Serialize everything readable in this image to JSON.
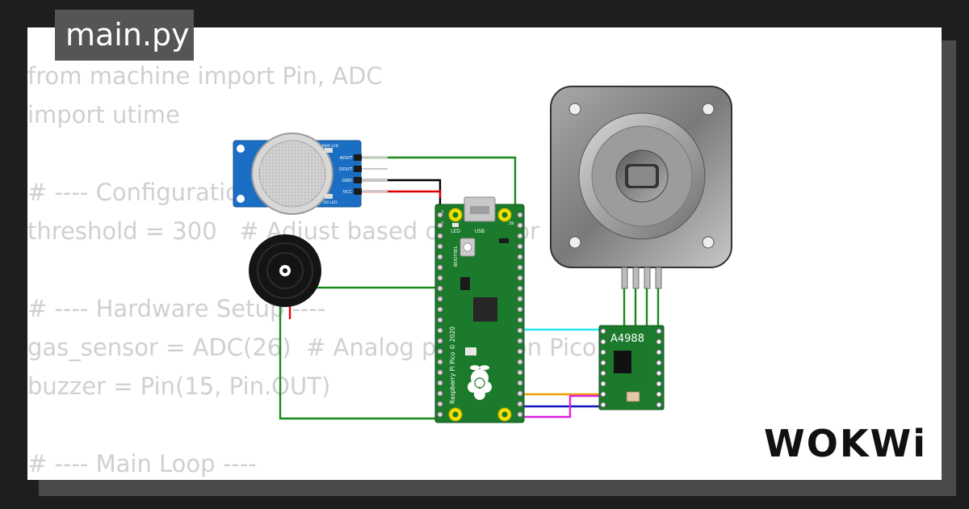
{
  "editor": {
    "file_tab": "main.py",
    "code_lines": [
      "from machine import Pin, ADC",
      "import utime",
      "",
      "# ---- Configuration ----",
      "threshold = 300   # Adjust based on sensor",
      "",
      "# ---- Hardware Setup ----",
      "gas_sensor = ADC(26)  # Analog pin (A0 on Pico)",
      "buzzer = Pin(15, Pin.OUT)",
      "",
      "# ---- Main Loop ----"
    ]
  },
  "gas_sensor_labels": {
    "power_led": "PWR LED",
    "pin_aout": "AOUT",
    "pin_dout": "DOUT",
    "pin_gnd": "GND",
    "pin_vcc": "VCC",
    "do_led": "DO LED"
  },
  "pico_labels": {
    "led": "LED",
    "usb": "USB",
    "bootsel": "BOOTSEL",
    "board_name": "Raspberry Pi Pico © 2020",
    "pin_first": "1",
    "pin_second": "2",
    "pin_39": "39"
  },
  "driver_label": "A4988",
  "brand": "WOKWi",
  "colors": {
    "wire_green": "#1a8a1a",
    "wire_black": "#000000",
    "wire_red": "#e00000",
    "wire_cyan": "#20e8f0",
    "wire_orange": "#f0a000",
    "wire_blue": "#1010c0",
    "wire_magenta": "#e020e0",
    "sensor_board": "#1a6fc4",
    "pico_board": "#1b7a2b",
    "driver_board": "#1b7a2b",
    "motor_body": "#8f8f8f"
  }
}
